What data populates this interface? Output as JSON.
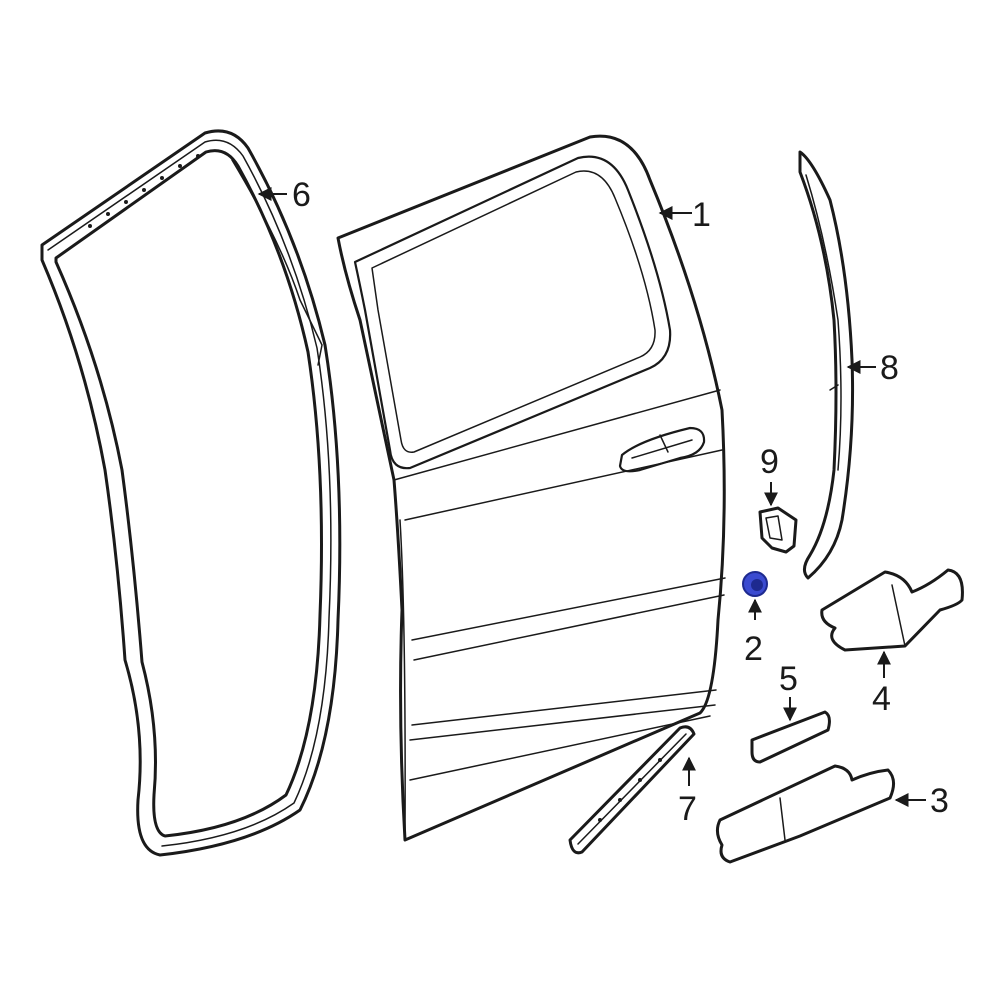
{
  "colors": {
    "line": "#1a1a1a",
    "background": "#ffffff",
    "highlight": "#3b4bd0",
    "highlight_dark": "#1e2a8f"
  },
  "callouts": {
    "c1": "1",
    "c2": "2",
    "c3": "3",
    "c4": "4",
    "c5": "5",
    "c6": "6",
    "c7": "7",
    "c8": "8",
    "c9": "9"
  }
}
